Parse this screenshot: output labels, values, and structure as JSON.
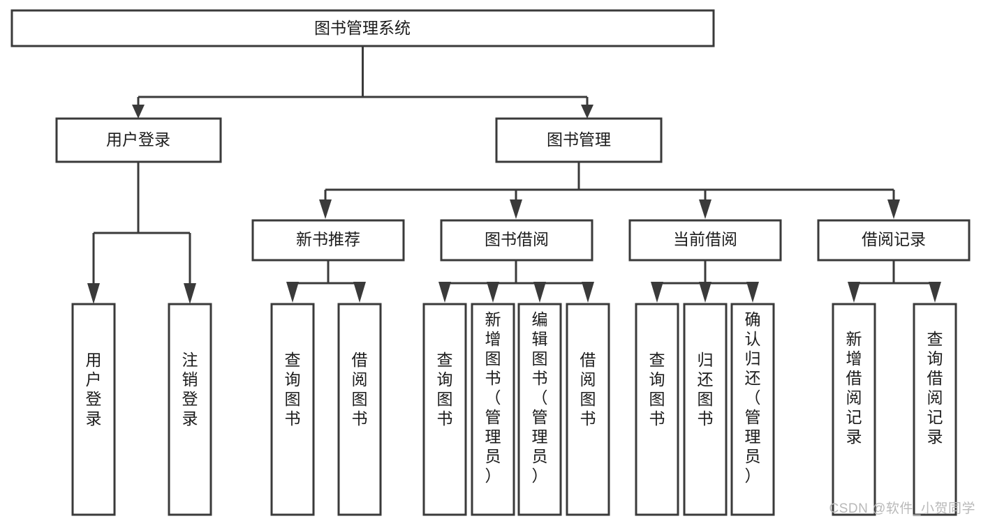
{
  "diagram": {
    "type": "tree-hierarchy",
    "title": "图书管理系统",
    "orientation": "top-down",
    "colors": {
      "box_stroke": "#3a3a3a",
      "box_fill": "#ffffff",
      "connector": "#3a3a3a",
      "text": "#1b1b1b",
      "background": "#ffffff",
      "watermark": "#b9b9b9"
    },
    "root": {
      "id": "root",
      "label": "图书管理系统",
      "orientation": "horizontal"
    },
    "level2": [
      {
        "id": "user-login",
        "label": "用户登录",
        "orientation": "horizontal"
      },
      {
        "id": "book-management",
        "label": "图书管理",
        "orientation": "horizontal"
      }
    ],
    "level3": [
      {
        "id": "new-book-recommend",
        "label": "新书推荐",
        "orientation": "horizontal",
        "parent": "book-management"
      },
      {
        "id": "book-borrow",
        "label": "图书借阅",
        "orientation": "horizontal",
        "parent": "book-management"
      },
      {
        "id": "current-borrow",
        "label": "当前借阅",
        "orientation": "horizontal",
        "parent": "book-management"
      },
      {
        "id": "borrow-record",
        "label": "借阅记录",
        "orientation": "horizontal",
        "parent": "book-management"
      }
    ],
    "leaves": [
      {
        "id": "leaf-user-login",
        "label": "用户登录",
        "parent": "user-login",
        "orientation": "vertical"
      },
      {
        "id": "leaf-user-logout",
        "label": "注销登录",
        "parent": "user-login",
        "orientation": "vertical"
      },
      {
        "id": "leaf-query-book-1",
        "label": "查询图书",
        "parent": "new-book-recommend",
        "orientation": "vertical"
      },
      {
        "id": "leaf-borrow-book-1",
        "label": "借阅图书",
        "parent": "new-book-recommend",
        "orientation": "vertical"
      },
      {
        "id": "leaf-query-book-2",
        "label": "查询图书",
        "parent": "book-borrow",
        "orientation": "vertical"
      },
      {
        "id": "leaf-add-book",
        "label": "新增图书（管理员）",
        "parent": "book-borrow",
        "orientation": "vertical"
      },
      {
        "id": "leaf-edit-book",
        "label": "编辑图书（管理员）",
        "parent": "book-borrow",
        "orientation": "vertical"
      },
      {
        "id": "leaf-borrow-book-2",
        "label": "借阅图书",
        "parent": "book-borrow",
        "orientation": "vertical"
      },
      {
        "id": "leaf-query-book-3",
        "label": "查询图书",
        "parent": "current-borrow",
        "orientation": "vertical"
      },
      {
        "id": "leaf-return-book",
        "label": "归还图书",
        "parent": "current-borrow",
        "orientation": "vertical"
      },
      {
        "id": "leaf-confirm-return",
        "label": "确认归还（管理员）",
        "parent": "current-borrow",
        "orientation": "vertical"
      },
      {
        "id": "leaf-add-record",
        "label": "新增借阅记录",
        "parent": "borrow-record",
        "orientation": "vertical"
      },
      {
        "id": "leaf-query-record",
        "label": "查询借阅记录",
        "parent": "borrow-record",
        "orientation": "vertical"
      }
    ],
    "watermark": "CSDN @软件_小贺同学"
  }
}
